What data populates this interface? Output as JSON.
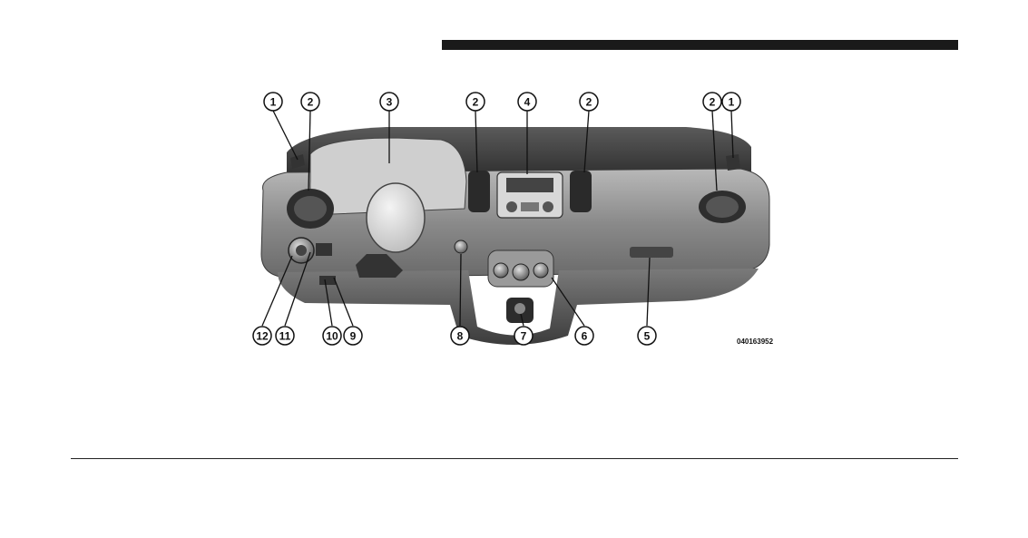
{
  "figure": {
    "callouts_top": [
      "1",
      "2",
      "3",
      "2",
      "4",
      "2",
      "2",
      "1"
    ],
    "callouts_bottom": [
      "12",
      "11",
      "10",
      "9",
      "8",
      "7",
      "6",
      "5"
    ],
    "figure_code": "040163952"
  }
}
